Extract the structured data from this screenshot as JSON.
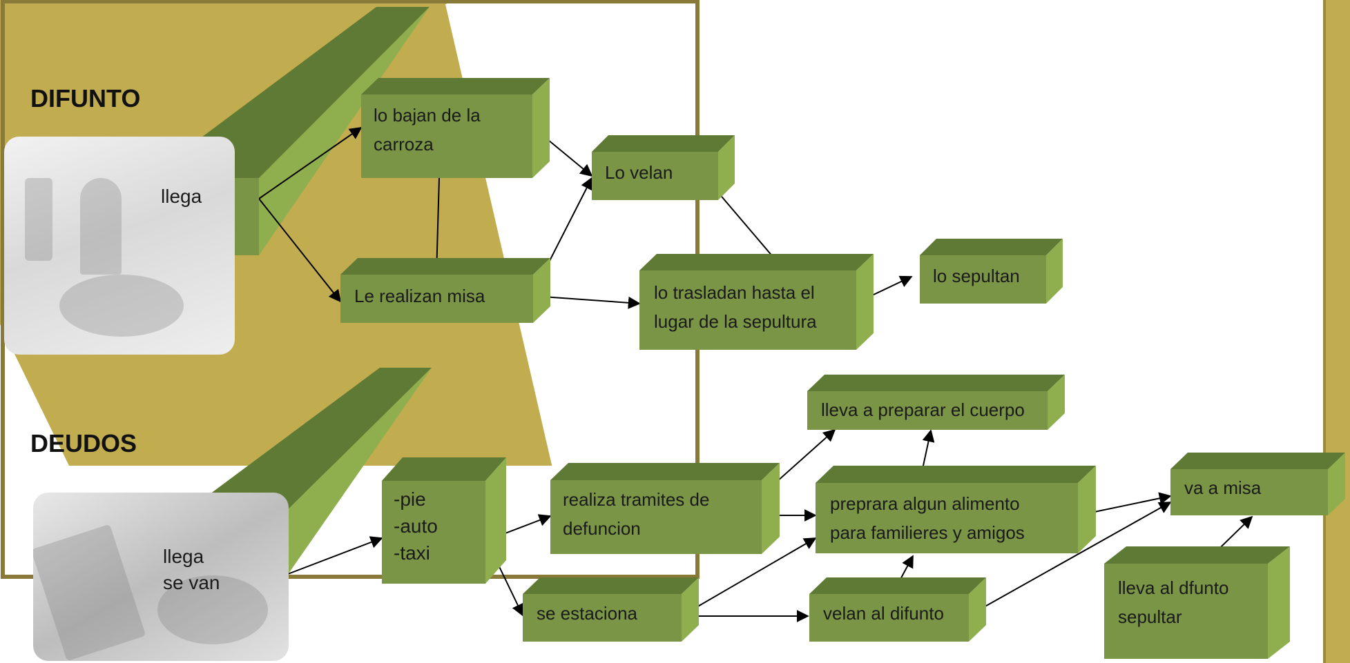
{
  "headings": {
    "difunto": "DIFUNTO",
    "deudos": "DEUDOS"
  },
  "colors": {
    "olive": "#c2ac50",
    "box_front": "#7a9545",
    "box_top": "#5f7a34",
    "box_side": "#8fae4e",
    "frame": "#8a7a3a"
  },
  "difunto": {
    "llega": "llega",
    "bajan": "lo bajan de la\ncarroza",
    "misa": "Le realizan misa",
    "velan": "Lo velan",
    "trasladan": "lo trasladan hasta el\nlugar de la sepultura",
    "sepultan": "lo sepultan"
  },
  "deudos": {
    "llega_van": "llega\nse van",
    "transporte": "-pie\n-auto\n-taxi",
    "tramites": "realiza tramites de\ndefuncion",
    "estaciona": "se estaciona",
    "preparar": "lleva a preparar el cuerpo",
    "alimento": "preprara algun alimento\npara familieres y amigos",
    "velan": "velan al difunto",
    "misa": "va a misa",
    "sepultar": "lleva al dfunto\nsepultar"
  }
}
